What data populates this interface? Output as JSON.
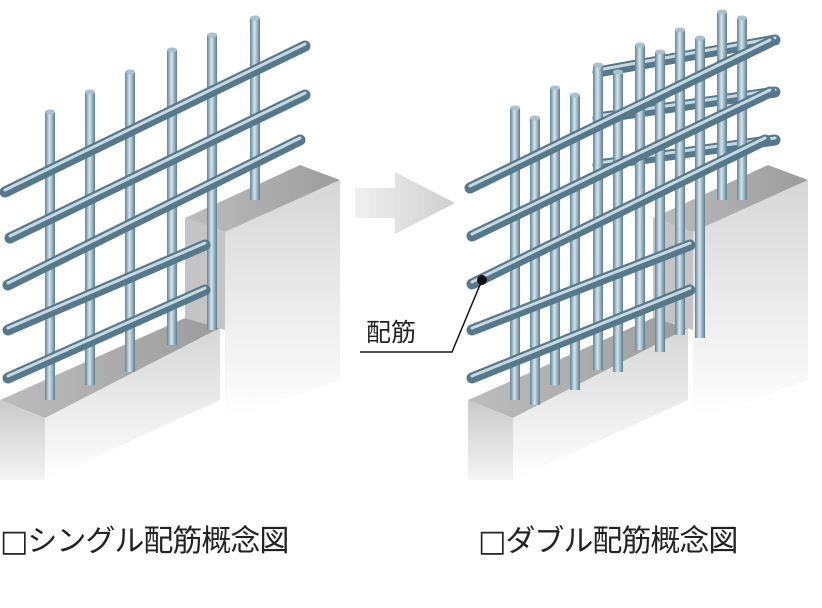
{
  "captions": {
    "single": "□シングル配筋概念図",
    "double": "□ダブル配筋概念図"
  },
  "callout_label": "配筋",
  "colors": {
    "rod": "#6f93a6",
    "rod_highlight": "#cfe0ea",
    "concrete": "#d9d9d9",
    "arrow": "#e2e2e2"
  }
}
